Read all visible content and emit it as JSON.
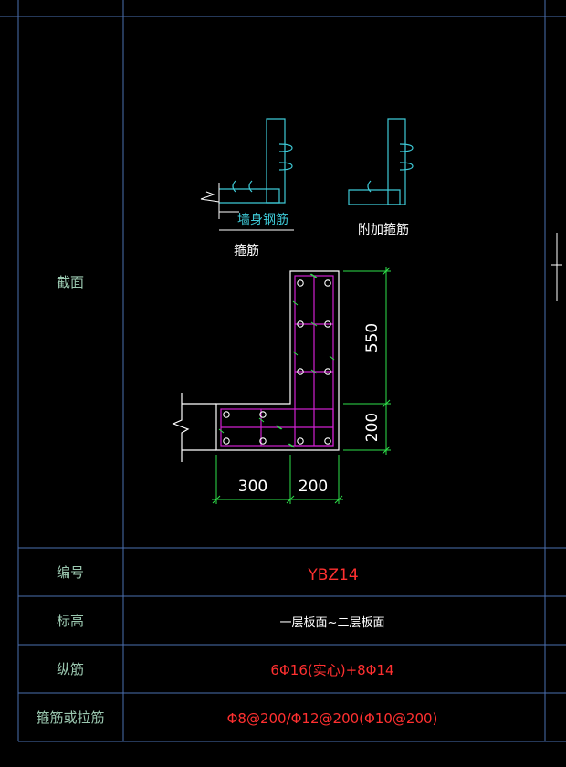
{
  "colors": {
    "background": "#000000",
    "grid_line": "#4a6fb0",
    "label_text": "#9bc8b0",
    "white_text": "#ffffff",
    "code_text": "#ff3030",
    "cyan": "#3ec9d6",
    "green": "#2ee04a",
    "magenta": "#d020d0",
    "outline": "#ffffff"
  },
  "table": {
    "row_labels": {
      "section": "截面",
      "code": "编号",
      "elevation": "标高",
      "longitudinal": "纵筋",
      "stirrup": "箍筋或拉筋"
    },
    "values": {
      "code": "YBZ14",
      "elevation": "一层板面~二层板面",
      "longitudinal": "6Φ16(实心)+8Φ14",
      "stirrup": "Φ8@200/Φ12@200(Φ10@200)"
    }
  },
  "drawing": {
    "detail_left_label": "墙身钢筋",
    "detail_left_caption": "箍筋",
    "detail_right_caption": "附加箍筋",
    "dims": {
      "vertical_top": "550",
      "vertical_bottom": "200",
      "horizontal_left": "300",
      "horizontal_right": "200"
    }
  }
}
